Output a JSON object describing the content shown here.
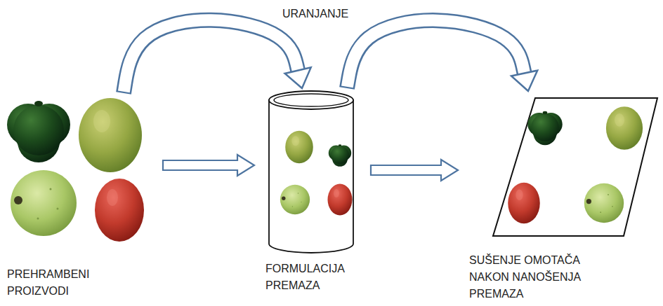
{
  "diagram": {
    "nodes": [
      {
        "text": [
          "PREHRAMBENI PROIZVODI"
        ]
      },
      {
        "text": [
          "FORMULACIJA PREMAZA"
        ]
      },
      {
        "text": [
          "SUŠENJE OMOTAČA NAKON NANOŠENJA PREMAZA"
        ]
      }
    ],
    "edges": [
      {
        "from": 0,
        "to": 1,
        "arrow": "to"
      },
      {
        "from": 1,
        "to": 2,
        "arrow": "to"
      },
      {
        "from": 0,
        "to": 1,
        "arrow": "to"
      },
      {
        "from": 1,
        "to": 2,
        "arrow": "to"
      }
    ],
    "labels": [
      "URANJANJE"
    ]
  }
}
